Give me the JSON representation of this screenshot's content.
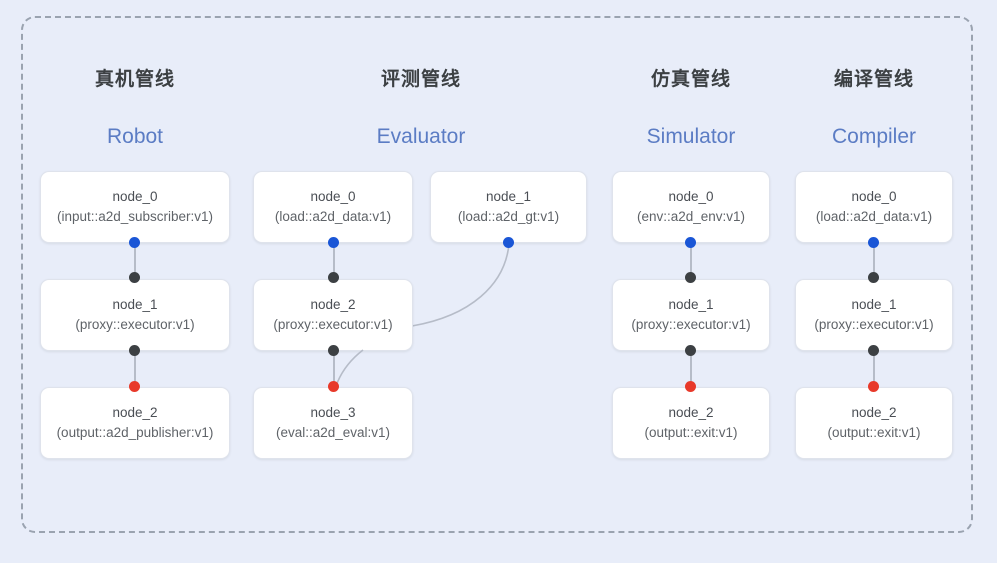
{
  "diagram": {
    "background_color": "#e8edf9",
    "frame": {
      "border_style": "dashed",
      "border_color": "#9aa3b0"
    },
    "port_colors": {
      "input": "#1a56d6",
      "middle": "#3c4043",
      "output": "#e8392a"
    },
    "edge_color": "#b6bcc8"
  },
  "columns": [
    {
      "title": "真机管线",
      "subtitle": "Robot",
      "nodes": [
        {
          "name": "node_0",
          "sub": "(input::a2d_subscriber:v1)"
        },
        {
          "name": "node_1",
          "sub": "(proxy::executor:v1)"
        },
        {
          "name": "node_2",
          "sub": "(output::a2d_publisher:v1)"
        }
      ]
    },
    {
      "title": "评测管线",
      "subtitle": "Evaluator",
      "nodes": [
        {
          "name": "node_0",
          "sub": "(load::a2d_data:v1)"
        },
        {
          "name": "node_1",
          "sub": "(load::a2d_gt:v1)"
        },
        {
          "name": "node_2",
          "sub": "(proxy::executor:v1)"
        },
        {
          "name": "node_3",
          "sub": "(eval::a2d_eval:v1)"
        }
      ]
    },
    {
      "title": "仿真管线",
      "subtitle": "Simulator",
      "nodes": [
        {
          "name": "node_0",
          "sub": "(env::a2d_env:v1)"
        },
        {
          "name": "node_1",
          "sub": "(proxy::executor:v1)"
        },
        {
          "name": "node_2",
          "sub": "(output::exit:v1)"
        }
      ]
    },
    {
      "title": "编译管线",
      "subtitle": "Compiler",
      "nodes": [
        {
          "name": "node_0",
          "sub": "(load::a2d_data:v1)"
        },
        {
          "name": "node_1",
          "sub": "(proxy::executor:v1)"
        },
        {
          "name": "node_2",
          "sub": "(output::exit:v1)"
        }
      ]
    }
  ]
}
